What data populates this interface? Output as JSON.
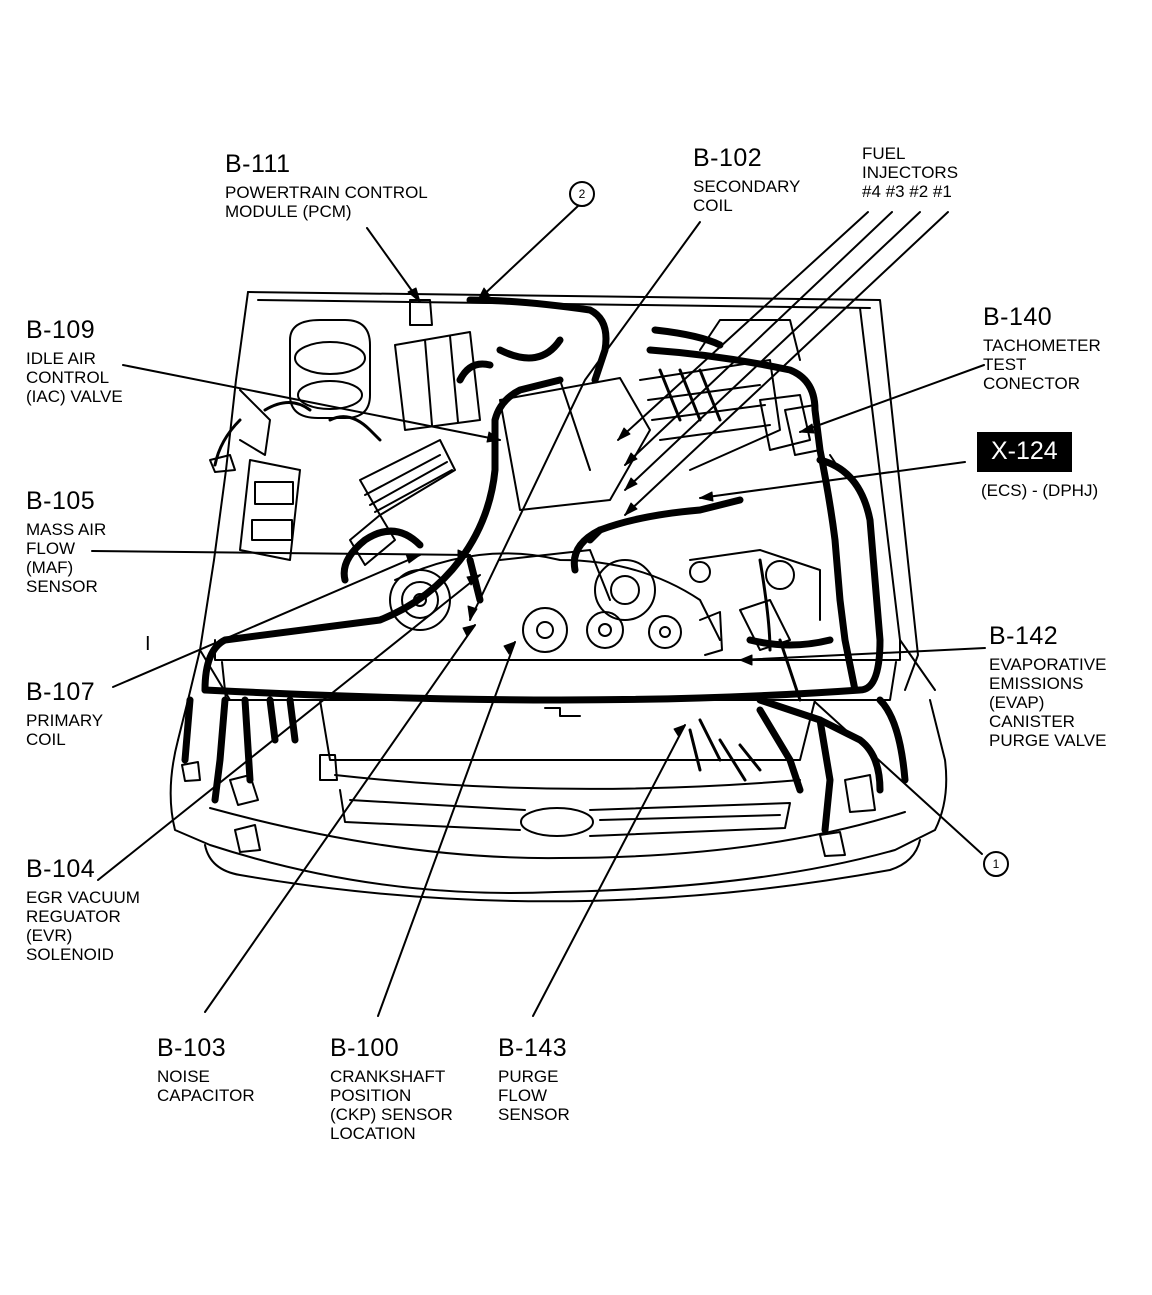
{
  "labels": {
    "b111": {
      "code": "B-111",
      "desc": "POWERTRAIN CONTROL\nMODULE (PCM)"
    },
    "b102": {
      "code": "B-102",
      "desc": "SECONDARY\nCOIL"
    },
    "injectors": {
      "desc": "FUEL\nINJECTORS\n#4 #3 #2 #1"
    },
    "b109": {
      "code": "B-109",
      "desc": "IDLE AIR\nCONTROL\n(IAC) VALVE"
    },
    "b140": {
      "code": "B-140",
      "desc": "TACHOMETER\nTEST\nCONECTOR"
    },
    "x124": {
      "code": "X-124",
      "desc": "(ECS) - (DPHJ)"
    },
    "b105": {
      "code": "B-105",
      "desc": "MASS AIR\nFLOW\n(MAF)\nSENSOR"
    },
    "b142": {
      "code": "B-142",
      "desc": "EVAPORATIVE\nEMISSIONS\n(EVAP)\nCANISTER\nPURGE VALVE"
    },
    "b107": {
      "code": "B-107",
      "desc": "PRIMARY\nCOIL"
    },
    "b104": {
      "code": "B-104",
      "desc": "EGR VACUUM\nREGUATOR\n(EVR)\nSOLENOID"
    },
    "b103": {
      "code": "B-103",
      "desc": "NOISE\nCAPACITOR"
    },
    "b100": {
      "code": "B-100",
      "desc": "CRANKSHAFT\nPOSITION\n(CKP) SENSOR\nLOCATION"
    },
    "b143": {
      "code": "B-143",
      "desc": "PURGE\nFLOW\nSENSOR"
    }
  },
  "callouts": {
    "one": "1",
    "two": "2"
  },
  "margin_mark": "I"
}
